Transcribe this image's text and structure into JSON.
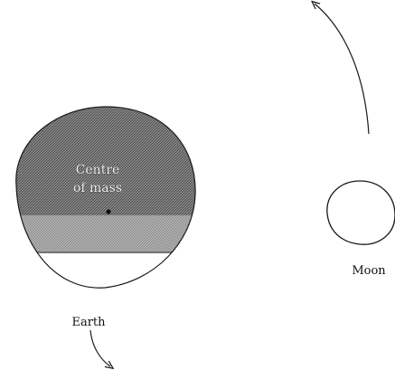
{
  "labels": {
    "centre_line1": "Centre",
    "centre_line2": "of mass",
    "earth": "Earth",
    "moon": "Moon"
  },
  "colors": {
    "earth_shading": "#7a7a7a",
    "outline": "#1a1a1a",
    "background": "#ffffff"
  }
}
